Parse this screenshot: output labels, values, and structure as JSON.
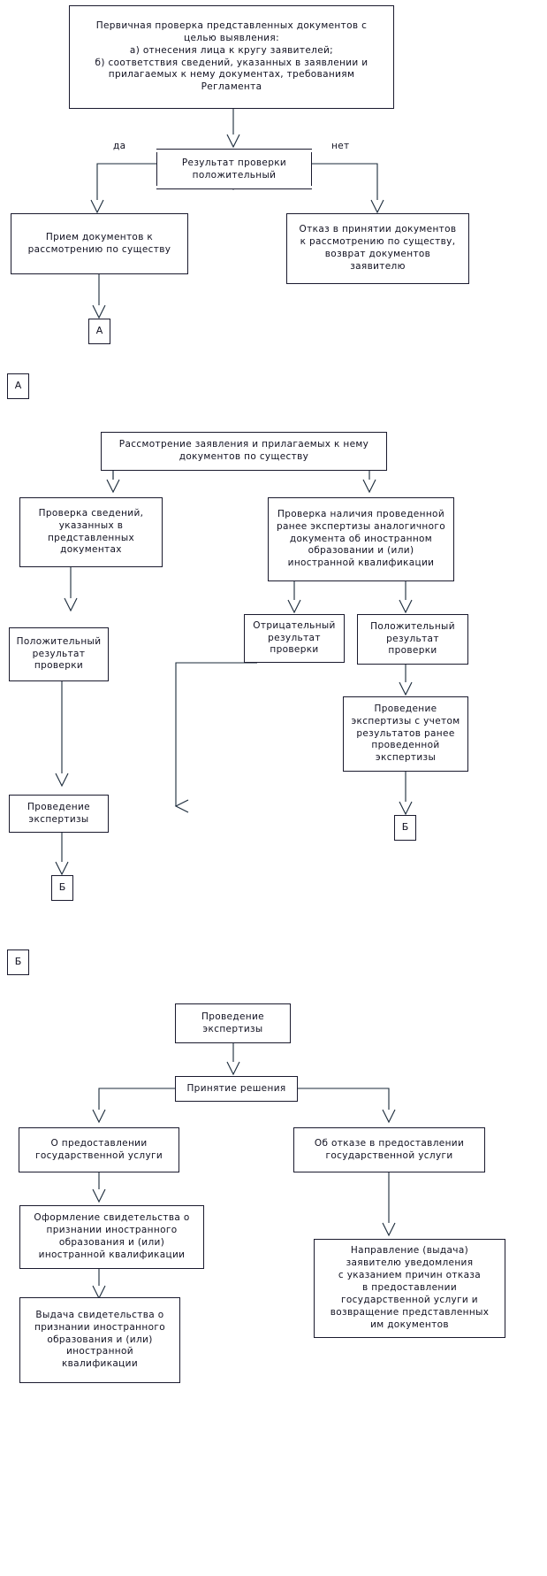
{
  "title": "Блок-схема предоставления государственной услуги",
  "colors": {
    "line": "#1a2a3a",
    "border": "#1a1a2e",
    "text": "#101020",
    "background": "#ffffff"
  },
  "section1": {
    "box_initial_check": "Первичная проверка представленных документов с\nцелью выявления:\nа) отнесения лица к кругу заявителей;\nб) соответствия сведений, указанных в заявлении и\nприлагаемых к нему документах, требованиям\nРегламента",
    "decision_result": "Результат проверки\nположительный",
    "label_yes": "да",
    "label_no": "нет",
    "box_accept": "Прием документов к\nрассмотрению по существу",
    "box_refuse": "Отказ в принятии документов\nк рассмотрению по существу,\nвозврат документов\nзаявителю",
    "connector_a": "А"
  },
  "section2": {
    "connector_a_in": "А",
    "box_review": "Рассмотрение заявления и прилагаемых к нему\nдокументов по существу",
    "box_check_info": "Проверка сведений,\nуказанных в\nпредставленных\nдокументах",
    "box_check_prior_expertise": "Проверка наличия проведенной\nранее экспертизы аналогичного\nдокумента об иностранном\nобразовании и (или)\nиностранной квалификации",
    "box_positive_left": "Положительный\nрезультат\nпроверки",
    "box_negative": "Отрицательный\nрезультат\nпроверки",
    "box_positive_right": "Положительный\nрезультат\nпроверки",
    "box_expertise": "Проведение\nэкспертизы",
    "box_expertise_with_prior": "Проведение\nэкспертизы с учетом\nрезультатов ранее\nпроведенной\nэкспертизы",
    "connector_b_left": "Б",
    "connector_b_right": "Б"
  },
  "section3": {
    "connector_b_in": "Б",
    "box_expertise": "Проведение\nэкспертизы",
    "box_decision": "Принятие решения",
    "box_grant": "О предоставлении\nгосударственной услуги",
    "box_deny": "Об отказе в предоставлении\nгосударственной услуги",
    "box_issue_certificate_prep": "Оформление свидетельства о\nпризнании иностранного\nобразования и (или)\nиностранной квалификации",
    "box_issue_certificate": "Выдача свидетельства о\nпризнании иностранного\nобразования и (или)\nиностранной\nквалификации",
    "box_notice": "Направление (выдача)\nзаявителю уведомления\nс указанием причин отказа\nв предоставлении\nгосударственной услуги и\nвозвращение представленных\nим документов"
  }
}
